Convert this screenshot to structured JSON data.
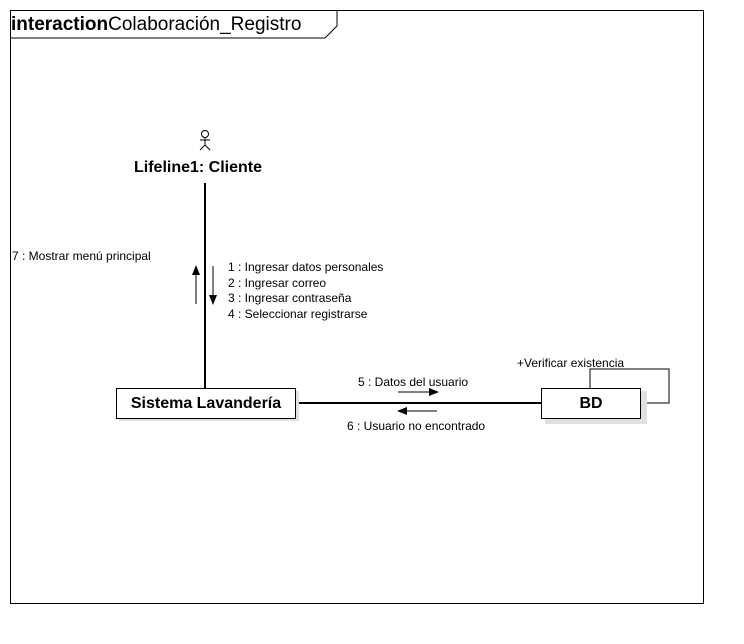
{
  "diagram": {
    "frame_keyword": "interaction",
    "frame_name": "Colaboración_Registro",
    "actor": {
      "name": "Lifeline1: Cliente",
      "icon": "stick-figure-icon"
    },
    "objects": [
      {
        "id": "sistema",
        "label": "Sistema Lavandería"
      },
      {
        "id": "bd",
        "label": "BD"
      }
    ],
    "messages_down": [
      "1 : Ingresar datos personales",
      "2 : Ingresar correo",
      "3 : Ingresar contraseña",
      "4 : Seleccionar registrarse"
    ],
    "message_up": "7 : Mostrar menú principal",
    "message_to_bd": "5 : Datos del usuario",
    "message_from_bd": "6 : Usuario no encontrado",
    "self_message": "+Verificar existencia"
  }
}
